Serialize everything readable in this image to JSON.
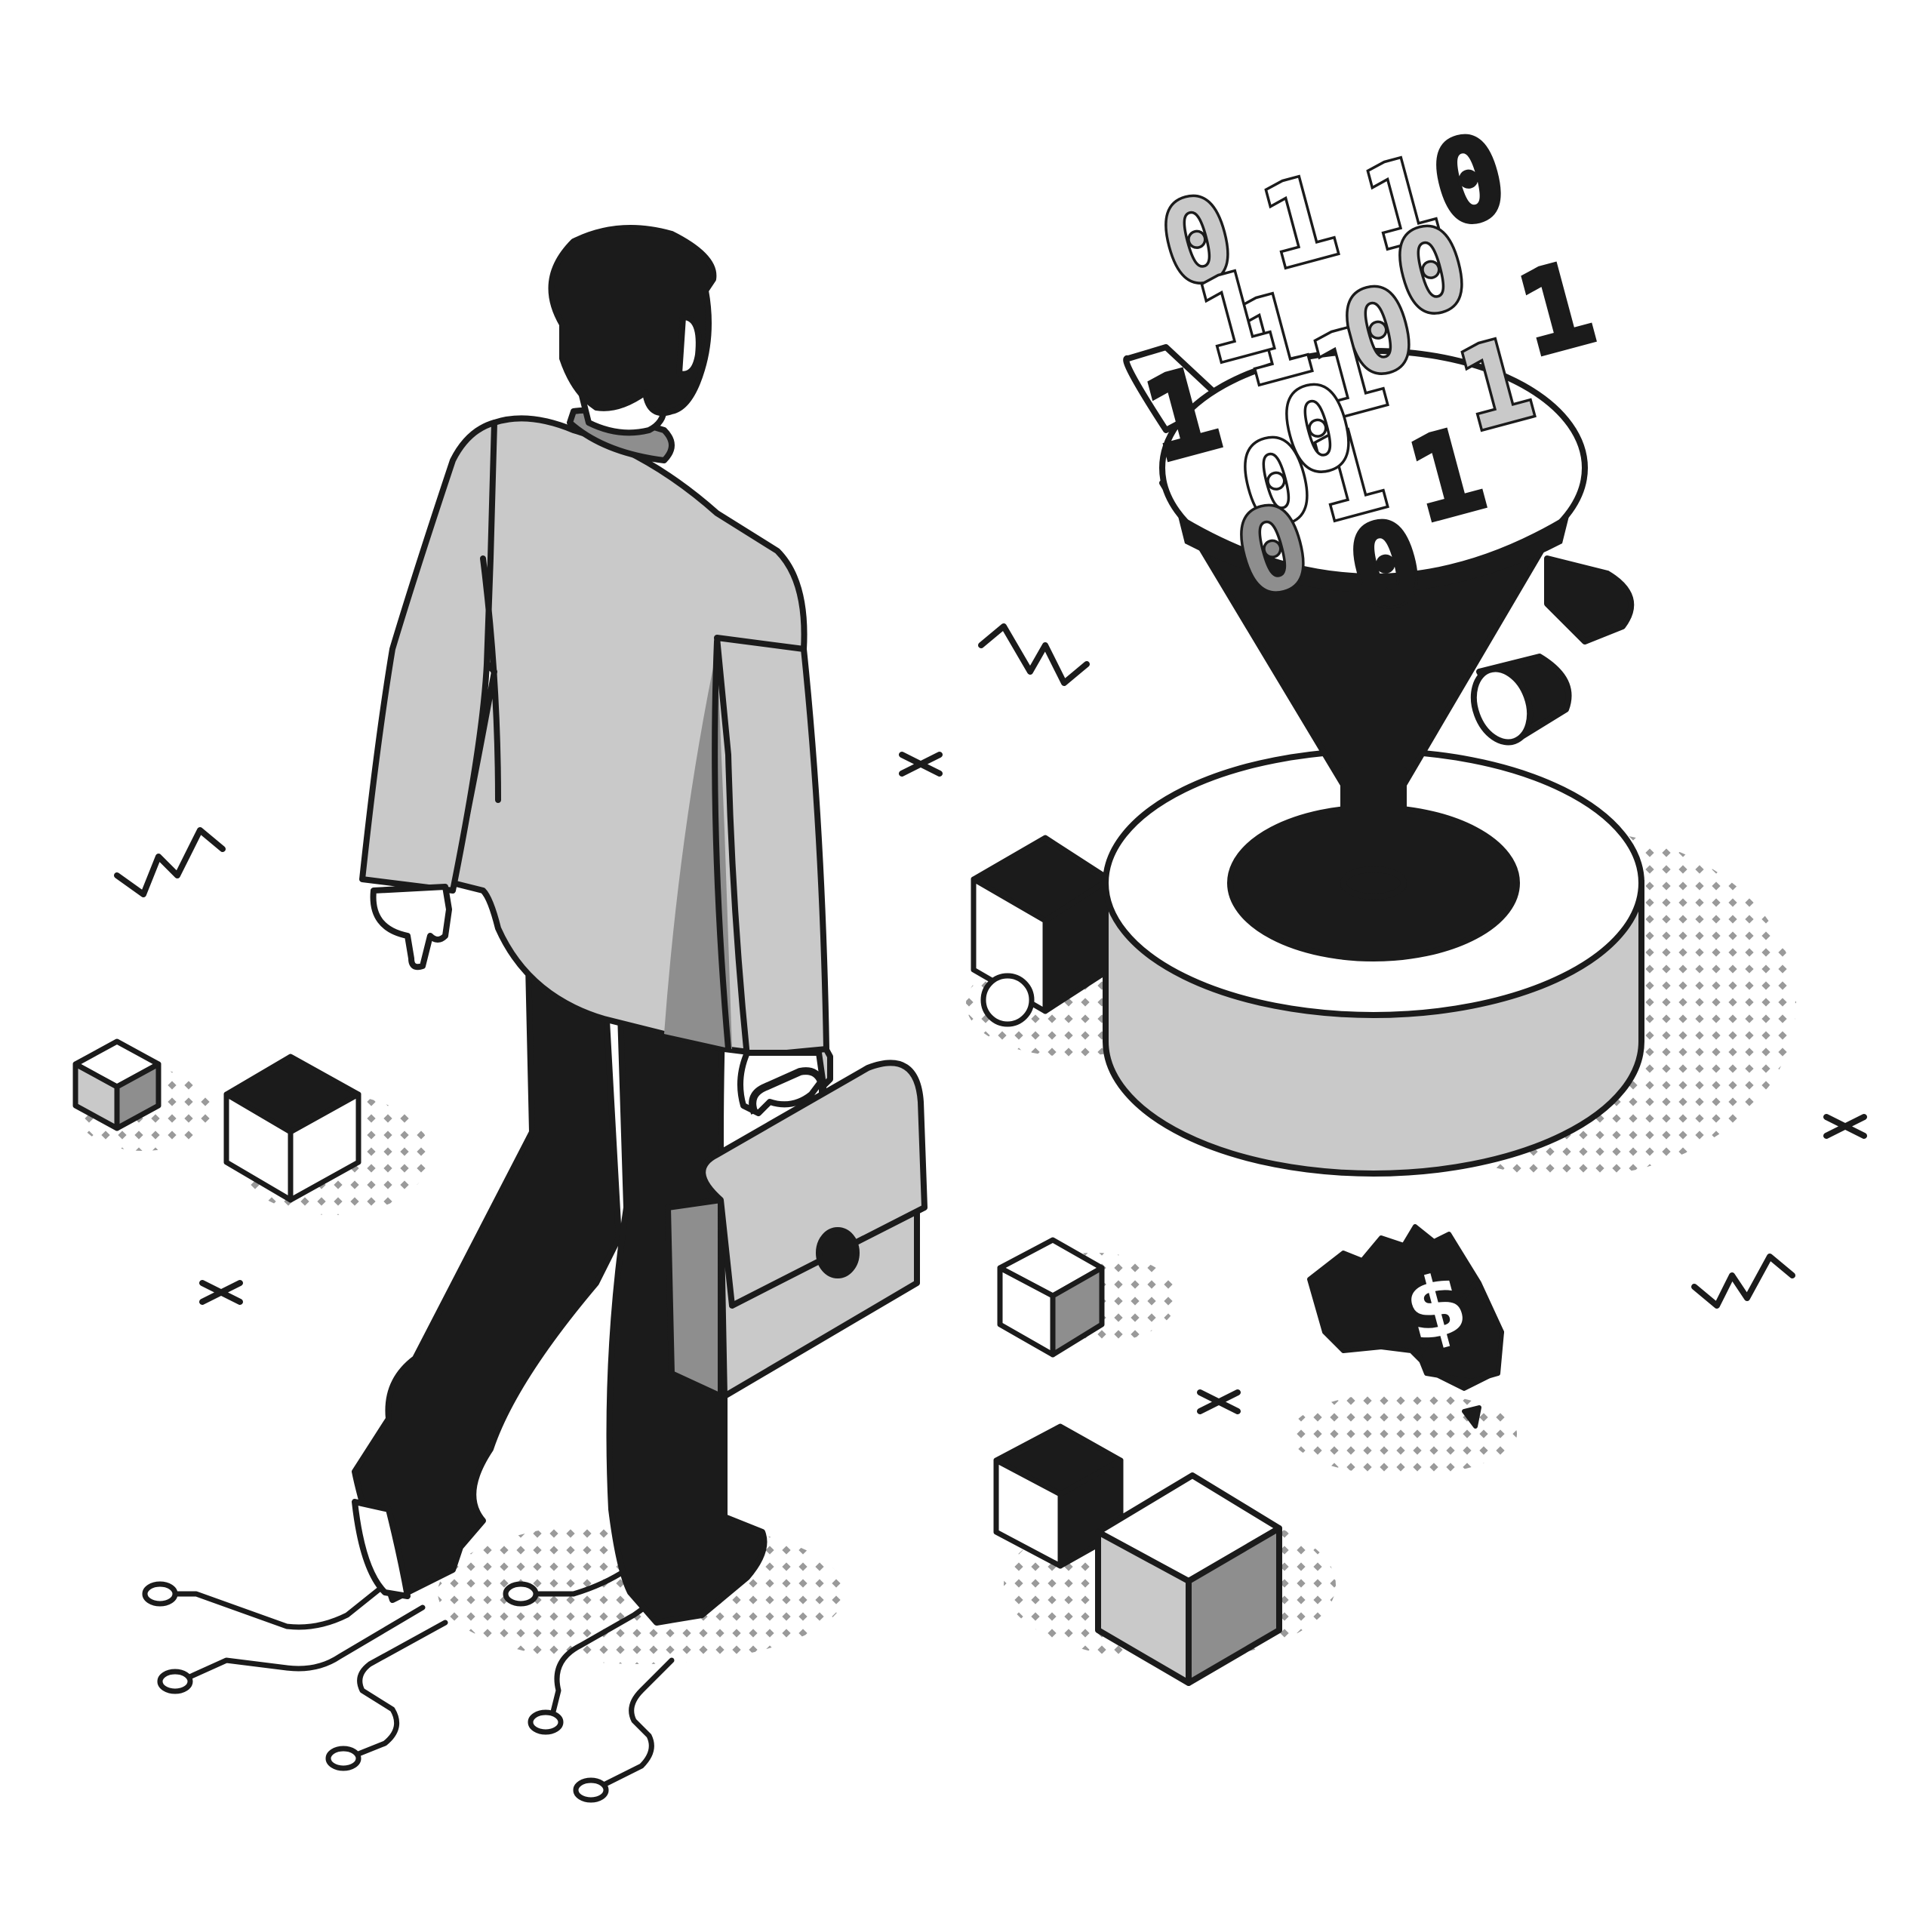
{
  "palette": {
    "ink": "#1b1b1b",
    "light_gray": "#c9c9c9",
    "mid_gray": "#8e8e8e",
    "paper": "#ffffff",
    "halftone": "#9a9a9a"
  },
  "funnel_digits": [
    "0",
    "1",
    "1",
    "0",
    "1",
    "1",
    "0",
    "1",
    "1",
    "0",
    "1",
    "1",
    "0",
    "0",
    "1",
    "1",
    "0",
    "0"
  ],
  "coin_symbol": "$"
}
